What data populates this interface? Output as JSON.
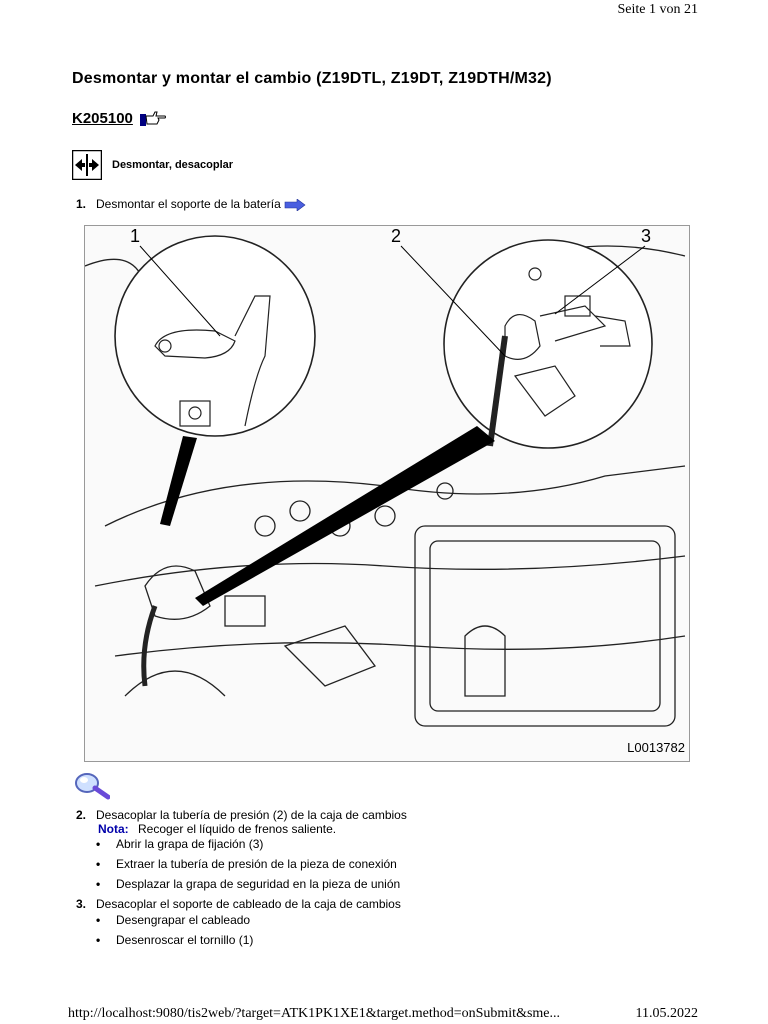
{
  "header": {
    "page": "Seite 1 von 21"
  },
  "title": "Desmontar y montar el cambio (Z19DTL, Z19DT, Z19DTH/M32)",
  "code": "K205100",
  "section": "Desmontar, desacoplar",
  "steps": [
    {
      "num": "1.",
      "text": "Desmontar el soporte de la batería"
    },
    {
      "num": "2.",
      "text": "Desacoplar la tubería de presión (2) de la caja de cambios",
      "note_label": "Nota:",
      "note": "Recoger el líquido de frenos saliente.",
      "bullets": [
        "Abrir la grapa de fijación (3)",
        "Extraer la tubería de presión de la pieza de conexión",
        "Desplazar la grapa de seguridad en la pieza de unión"
      ]
    },
    {
      "num": "3.",
      "text": "Desacoplar el soporte de cableado de la caja de cambios",
      "bullets": [
        "Desengrapar el cableado",
        "Desenroscar el tornillo (1)"
      ]
    }
  ],
  "figure": {
    "code": "L0013782",
    "callouts": [
      "1",
      "2",
      "3"
    ]
  },
  "footer": {
    "url": "http://localhost:9080/tis2web/?target=ATK1PK1XE1&target.method=onSubmit&sme...",
    "date": "11.05.2022"
  },
  "colors": {
    "link_blue": "#0000aa",
    "arrow_blue": "#4a5fe0"
  },
  "icons": {
    "code": "pointing-hand-icon",
    "section": "double-arrow-icon",
    "step1": "blue-arrow-icon",
    "magnifier": "magnifier-icon"
  }
}
